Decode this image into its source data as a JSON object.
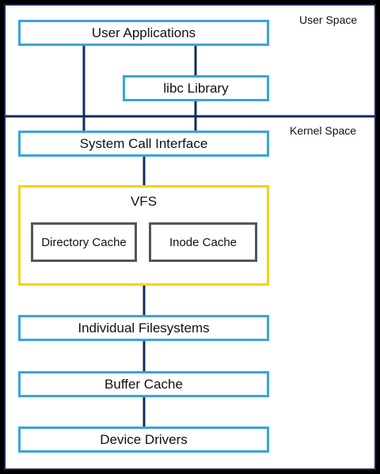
{
  "regions": {
    "user_space": "User Space",
    "kernel_space": "Kernel Space"
  },
  "boxes": {
    "user_applications": "User Applications",
    "libc_library": "libc Library",
    "system_call_interface": "System Call Interface",
    "vfs": "VFS",
    "directory_cache": "Directory Cache",
    "inode_cache": "Inode Cache",
    "individual_filesystems": "Individual Filesystems",
    "buffer_cache": "Buffer Cache",
    "device_drivers": "Device Drivers"
  },
  "colors": {
    "background": "#000000",
    "panel": "#ffffff",
    "panel_border": "#1a2a5a",
    "box_border": "#3ba3e0",
    "vfs_border": "#f2d21b",
    "cache_border": "#555555",
    "connector": "#142a5c"
  }
}
